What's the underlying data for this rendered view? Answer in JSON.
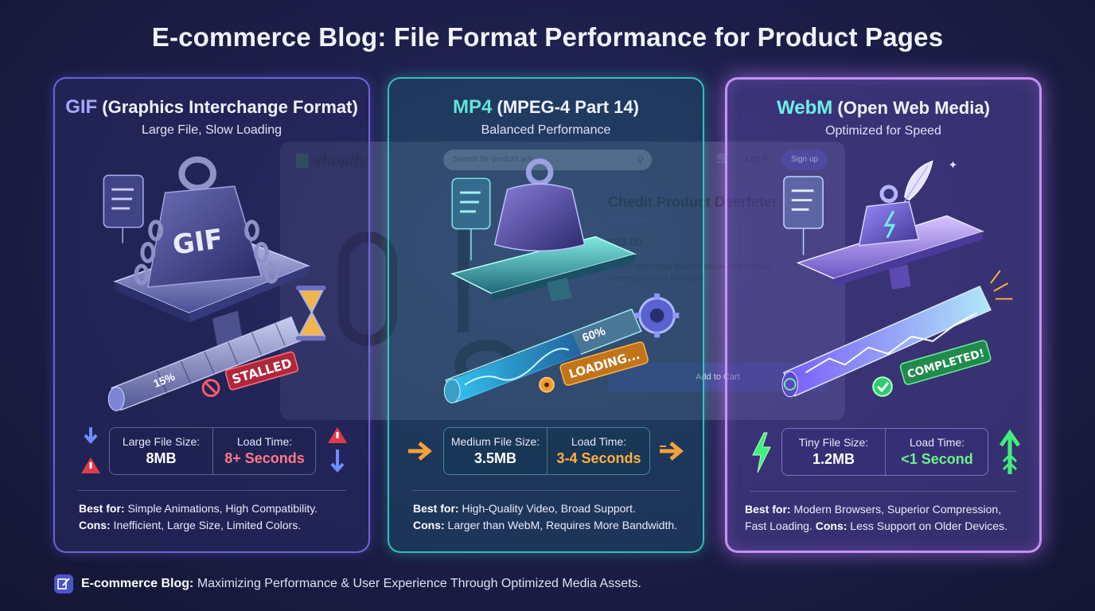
{
  "page": {
    "title": "E-commerce Blog: File Format Performance for Product Pages",
    "footer_label": "E-commerce Blog:",
    "footer_text": " Maximizing Performance & User Experience Through Optimized Media Assets."
  },
  "backdrop": {
    "logo": "shopify",
    "search_placeholder": "Search for product ads",
    "login": "Log in",
    "signup": "Sign up",
    "product_title": "Chedit Product Deerfeter",
    "product_link": "Kid Screw",
    "price": "$23.00",
    "description": "Parleet with eenor ffalcoce hanoie and product tnesamjension to bri freight.",
    "add_to_cart": "Add to Cart"
  },
  "cards": [
    {
      "accent": "GIF",
      "name": " (Graphics Interchange Format)",
      "subtitle": "Large File, Slow Loading",
      "weight_label": "GIF",
      "progress_label": "15%",
      "progress": 0.15,
      "status": "STALLED",
      "size_label": "Large File Size:",
      "size_value": "8MB",
      "time_label": "Load Time:",
      "time_value": "8+ Seconds",
      "best_label": "Best for:",
      "best_text": " Simple Animations, High Compatibility.",
      "cons_label": "Cons:",
      "cons_text": " Inefficient, Large Size, Limited Colors.",
      "color": "#8e8aff"
    },
    {
      "accent": "MP4",
      "name": " (MPEG-4 Part 14)",
      "subtitle": "Balanced Performance",
      "progress_label": "60%",
      "progress": 0.6,
      "status": "LOADING...",
      "size_label": "Medium File Size:",
      "size_value": "3.5MB",
      "time_label": "Load Time:",
      "time_value": "3-4 Seconds",
      "best_label": "Best for:",
      "best_text": " High-Quality Video, Broad Support.",
      "cons_label": "Cons:",
      "cons_text": " Larger than WebM, Requires More Bandwidth.",
      "color": "#40e0d0"
    },
    {
      "accent": "WebM",
      "name": " (Open Web Media)",
      "subtitle": "Optimized for Speed",
      "progress": 1.0,
      "status": "COMPLETED!",
      "size_label": "Tiny File Size:",
      "size_value": "1.2MB",
      "time_label": "Load Time:",
      "time_value": "<1 Second",
      "best_label": "Best for:",
      "best_text": " Modern Browsers, Superior Compression, Fast Loading.",
      "cons_label": "Cons:",
      "cons_text": " Less Support on Older Devices.",
      "color": "#c79bff"
    }
  ]
}
